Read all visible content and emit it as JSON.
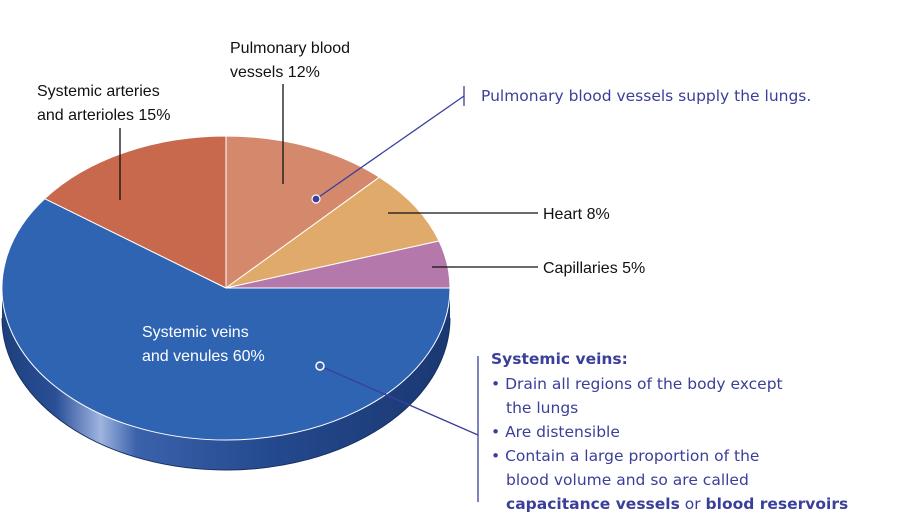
{
  "chart_data": {
    "type": "pie",
    "slices": [
      {
        "key": "veins",
        "label_lines": [
          "Systemic veins",
          "and venules 60%"
        ],
        "value": 60,
        "color": "#2f64b3"
      },
      {
        "key": "arteries",
        "label_lines": [
          "Systemic arteries",
          "and arterioles 15%"
        ],
        "value": 15,
        "color": "#c8684c"
      },
      {
        "key": "pulmonary",
        "label_lines": [
          "Pulmonary blood",
          "vessels 12%"
        ],
        "value": 12,
        "color": "#d5896c"
      },
      {
        "key": "heart",
        "label_lines": [
          "Heart 8%"
        ],
        "value": 8,
        "color": "#e0aa6a"
      },
      {
        "key": "capillaries",
        "label_lines": [
          "Capillaries 5%"
        ],
        "value": 5,
        "color": "#b479aa"
      }
    ]
  },
  "annotations": {
    "pulmonary_note": "Pulmonary blood vessels supply the lungs.",
    "veins_note": {
      "title": "Systemic veins:",
      "b1_l1": "• Drain all regions of the body except",
      "b1_l2": "the lungs",
      "b2": "• Are distensible",
      "b3_l1": "• Contain a large proportion of the",
      "b3_l2": "blood volume and so are called",
      "b3_l3_bold1": "capacitance vessels",
      "b3_l3_mid": " or ",
      "b3_l3_bold2": "blood reservoirs"
    }
  },
  "colors": {
    "annotation": "#3a3f9a",
    "side_dark": "#1d3f7c",
    "side_light": "#8ea6d8"
  }
}
